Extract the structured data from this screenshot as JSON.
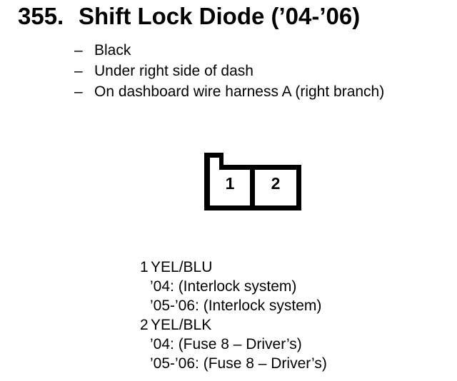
{
  "title": {
    "number": "355.",
    "text": "Shift Lock Diode (’04-’06)"
  },
  "notes": [
    {
      "bullet": "–",
      "text": "Black"
    },
    {
      "bullet": "–",
      "text": "Under right side of dash"
    },
    {
      "bullet": "–",
      "text": "On dashboard wire harness A (right branch)"
    }
  ],
  "connector": {
    "cavities": [
      "1",
      "2"
    ]
  },
  "pins": [
    {
      "number": "1",
      "wire": "YEL/BLU",
      "details": [
        "’04: (Interlock system)",
        "’05-’06: (Interlock system)"
      ]
    },
    {
      "number": "2",
      "wire": "YEL/BLK",
      "details": [
        "’04: (Fuse 8 – Driver’s)",
        "’05-’06: (Fuse 8 – Driver’s)"
      ]
    }
  ],
  "colors": {
    "ink": "#000000",
    "background": "#ffffff"
  }
}
